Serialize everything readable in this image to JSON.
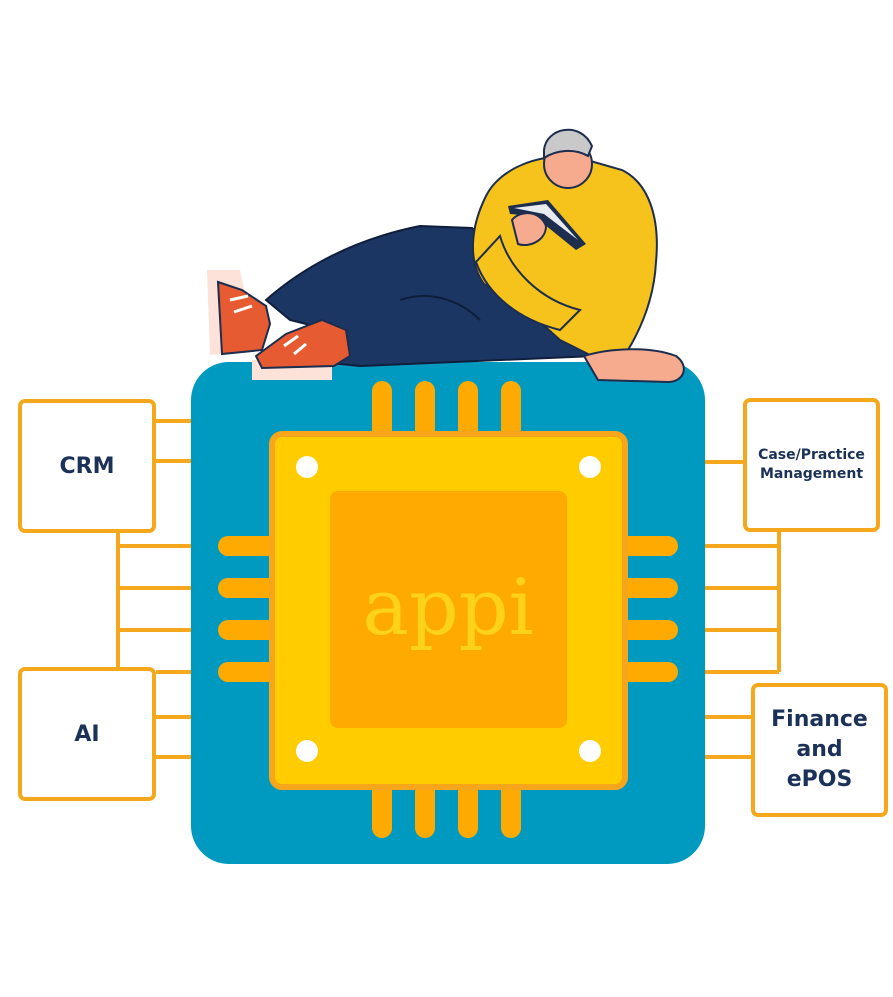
{
  "chip": {
    "logo_text": "appi"
  },
  "modules": {
    "crm": "CRM",
    "ai": "AI",
    "case_practice": "Case/Practice Management",
    "finance": "Finance and ePOS"
  },
  "colors": {
    "board": "#0099BF",
    "chip_outer": "#FFCC00",
    "chip_inner": "#FFAA00",
    "chip_border": "#F7A51B",
    "connector": "#F6A81C",
    "box_border": "#F6A81C",
    "box_text": "#1B3158",
    "logo": "#FFD21A",
    "hoodie": "#F6C21C",
    "pants": "#1C3664",
    "shoes": "#E75B33",
    "hat": "#C9C9C9",
    "skin": "#F7AB8E"
  }
}
